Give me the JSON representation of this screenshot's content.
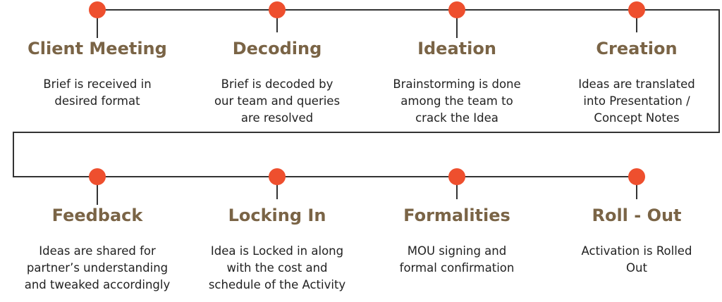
{
  "colors": {
    "line": "#333333",
    "node": "#ee4f2e",
    "title": "#7a6446",
    "text": "#222222"
  },
  "steps": [
    {
      "title": "Client Meeting",
      "lines": [
        "Brief is received in",
        "desired format"
      ]
    },
    {
      "title": "Decoding",
      "lines": [
        "Brief is decoded by",
        "our team and queries",
        "are resolved"
      ]
    },
    {
      "title": "Ideation",
      "lines": [
        "Brainstorming is done",
        "among the team to",
        "crack the Idea"
      ]
    },
    {
      "title": "Creation",
      "lines": [
        "Ideas are translated",
        "into Presentation /",
        "Concept Notes"
      ]
    },
    {
      "title": "Feedback",
      "lines": [
        "Ideas are shared for",
        "partner’s understanding",
        "and tweaked accordingly"
      ]
    },
    {
      "title": "Locking In",
      "lines": [
        "Idea is Locked in along",
        "with the cost and",
        "schedule of the Activity"
      ]
    },
    {
      "title": "Formalities",
      "lines": [
        "MOU signing and",
        "formal confirmation"
      ]
    },
    {
      "title": "Roll - Out",
      "lines": [
        "Activation is Rolled",
        "Out"
      ]
    }
  ]
}
